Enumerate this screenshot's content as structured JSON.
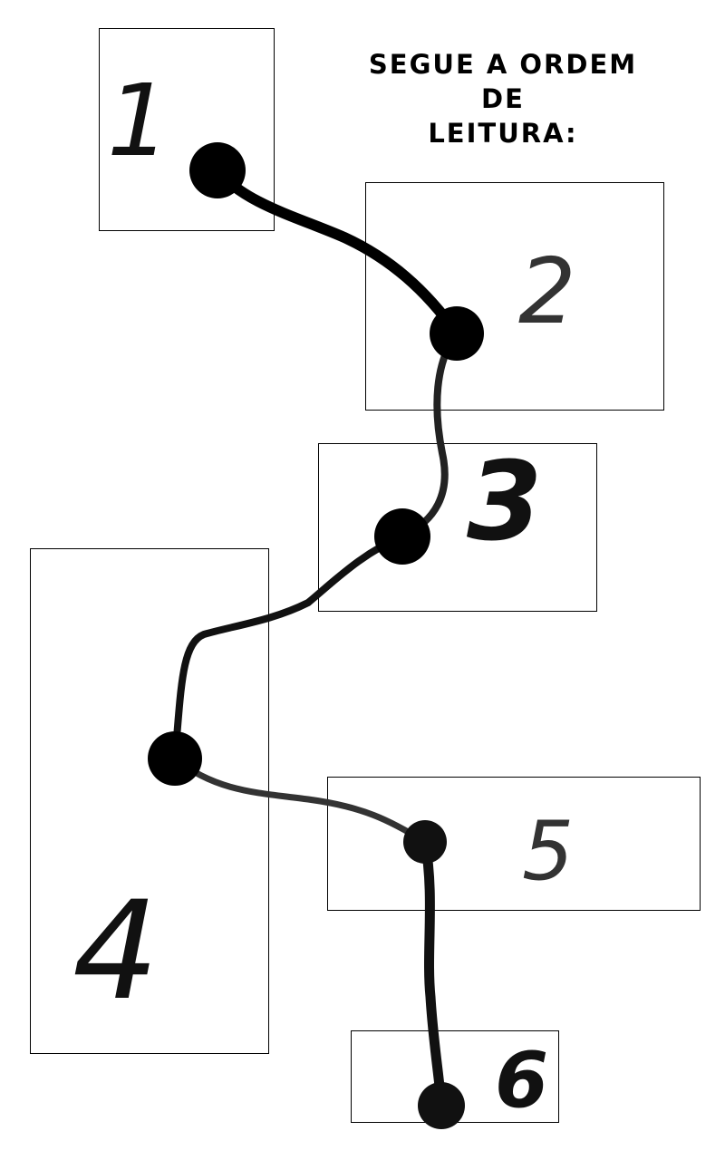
{
  "title": {
    "line1": "SEGUE A ORDEM",
    "line2": "DE",
    "line3": "LEITURA:"
  },
  "panels": [
    {
      "label": "1"
    },
    {
      "label": "2"
    },
    {
      "label": "3"
    },
    {
      "label": "4"
    },
    {
      "label": "5"
    },
    {
      "label": "6"
    }
  ],
  "colors": {
    "stroke": "#000000",
    "background": "#ffffff"
  }
}
